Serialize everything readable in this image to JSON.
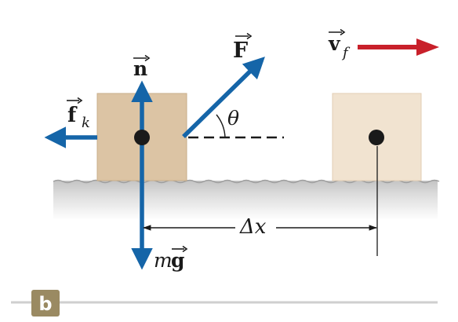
{
  "diagram": {
    "panel_label": "b",
    "forces": {
      "applied": {
        "symbol": "F",
        "has_vector_arrow": true
      },
      "normal": {
        "symbol": "n",
        "has_vector_arrow": true
      },
      "kinetic_friction": {
        "symbol": "f",
        "subscript": "k",
        "has_vector_arrow": true
      },
      "gravity": {
        "prefix": "m",
        "symbol": "g",
        "has_vector_arrow": true
      }
    },
    "angle_symbol": "θ",
    "displacement_label": "Δx",
    "final_velocity": {
      "symbol": "v",
      "subscript": "f",
      "has_vector_arrow": true
    }
  },
  "colors": {
    "force_arrow": "#1565a8",
    "velocity_arrow": "#c8202a",
    "block_initial": "#dcc4a4",
    "block_final": "#f1e3d0",
    "ground": "#d9d9d9",
    "panel_tag_bg": "#9a8a62",
    "panel_rule": "#cfcfcf"
  },
  "icons": [
    "vector-arrow-overbar"
  ]
}
